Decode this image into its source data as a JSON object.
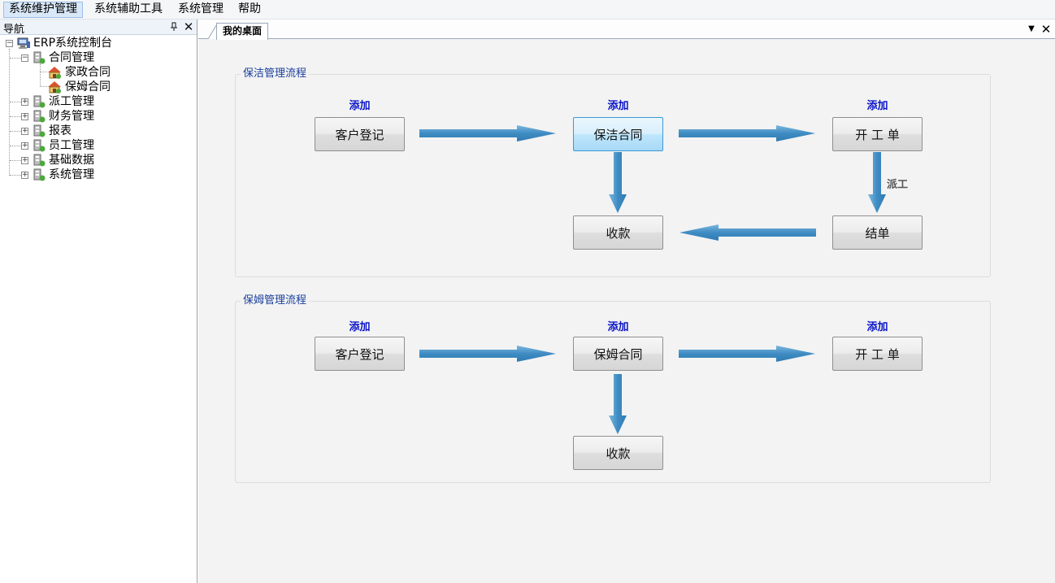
{
  "menu": {
    "items": [
      {
        "label": "系统维护管理",
        "active": true
      },
      {
        "label": "系统辅助工具",
        "active": false
      },
      {
        "label": "系统管理",
        "active": false
      },
      {
        "label": "帮助",
        "active": false
      }
    ]
  },
  "nav": {
    "title": "导航",
    "pin_icon": "pin-icon",
    "close_icon": "close-icon",
    "root": {
      "label": "ERP系统控制台",
      "expanded": true
    },
    "items": [
      {
        "label": "合同管理",
        "expanded": true,
        "children": [
          {
            "label": "家政合同"
          },
          {
            "label": "保姆合同"
          }
        ]
      },
      {
        "label": "派工管理",
        "expanded": false
      },
      {
        "label": "财务管理",
        "expanded": false
      },
      {
        "label": "报表",
        "expanded": false
      },
      {
        "label": "员工管理",
        "expanded": false
      },
      {
        "label": "基础数据",
        "expanded": false
      },
      {
        "label": "系统管理",
        "expanded": false
      }
    ]
  },
  "tabs": {
    "active_label": "我的桌面"
  },
  "cleaning_flow": {
    "title": "保洁管理流程",
    "add_labels": [
      "添加",
      "添加",
      "添加"
    ],
    "buttons": {
      "register": "客户登记",
      "contract": "保洁合同",
      "work_order": "开 工 单",
      "payment": "收款",
      "settle": "结单"
    },
    "dispatch_label": "派工"
  },
  "nanny_flow": {
    "title": "保姆管理流程",
    "add_labels": [
      "添加",
      "添加",
      "添加"
    ],
    "buttons": {
      "register": "客户登记",
      "contract": "保姆合同",
      "work_order": "开 工 单",
      "payment": "收款"
    }
  },
  "colors": {
    "arrow": "#4a96c8",
    "add_link": "#0a14c8",
    "group_title": "#1a3f9c"
  }
}
